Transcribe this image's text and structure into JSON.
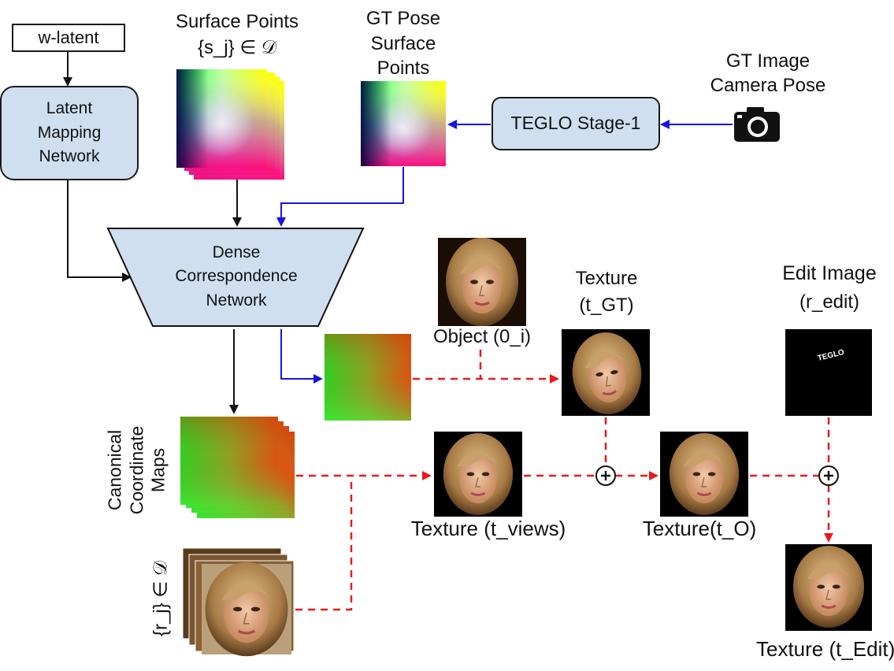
{
  "nodes": {
    "w_latent": "w-latent",
    "latent_mapping": [
      "Latent",
      "Mapping",
      "Network"
    ],
    "dense_corr": [
      "Dense",
      "Correspondence",
      "Network"
    ],
    "teglo_stage1": "TEGLO Stage-1"
  },
  "labels": {
    "surface_points": "Surface Points",
    "surface_points_set": "{s_j} ∈ 𝒟",
    "gt_pose": [
      "GT Pose",
      "Surface",
      "Points"
    ],
    "gt_image": [
      "GT Image",
      "Camera Pose"
    ],
    "object": "Object (0_i)",
    "texture_gt_title": "Texture",
    "texture_gt_sym": "(t_GT)",
    "edit_image_title": "Edit Image",
    "edit_image_sym": "(r_edit)",
    "edit_text": "TEGLO",
    "canonical": [
      "Canonical",
      "Coordinate",
      "Maps"
    ],
    "rj_set": "{r_j} ∈ 𝒟",
    "texture_views": "Texture (t_views)",
    "texture_o": "Texture(t_O)",
    "texture_edit": "Texture (t_Edit)"
  },
  "colors": {
    "black_arrow": "#111111",
    "blue_arrow": "#1515e0",
    "red_arrow": "#e81b1b",
    "box_fill": "#cfdff0"
  },
  "icons": [
    "camera-icon",
    "plus-icon"
  ]
}
